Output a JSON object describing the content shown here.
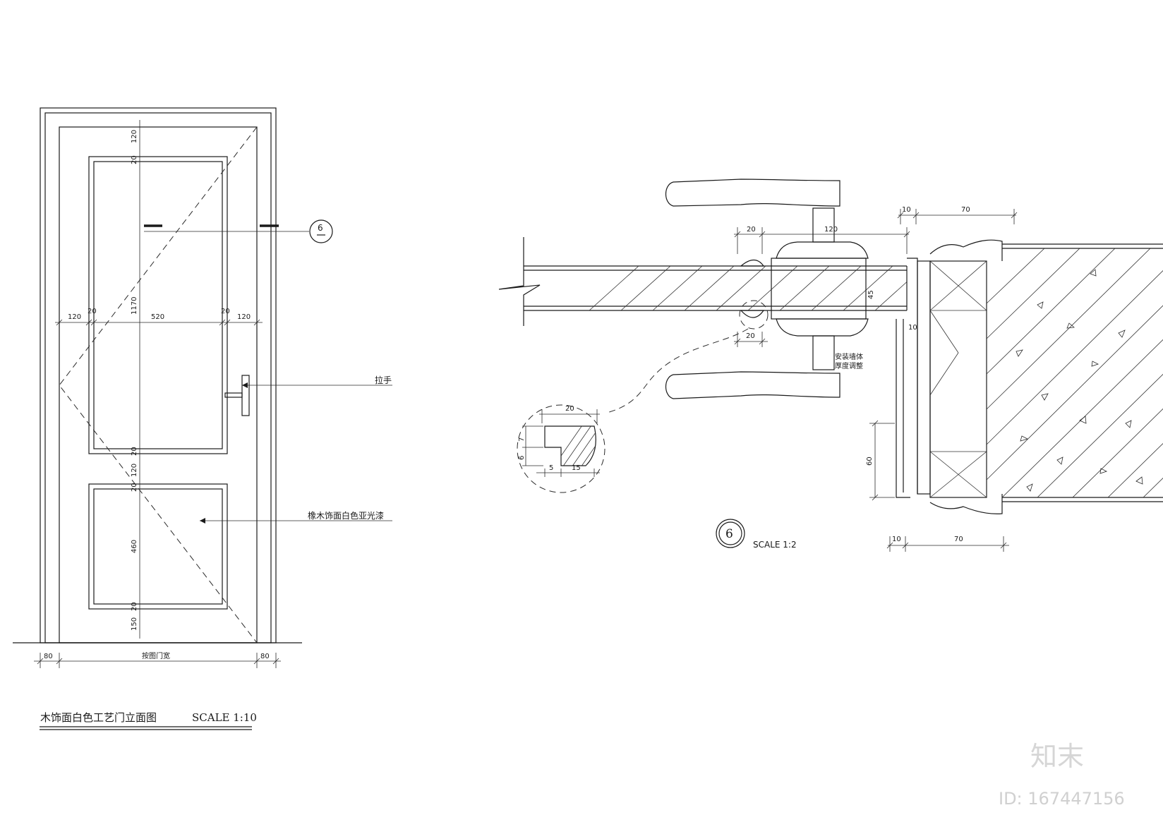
{
  "elevation": {
    "title": "木饰面白色工艺门立面图",
    "scale": "SCALE 1:10",
    "section_marker": "6",
    "handle_note": "拉手",
    "finish_note": "橡木饰面白色亚光漆",
    "door_width_label": "按图门宽",
    "dims": {
      "top_rail": "120",
      "panel_gap": "20",
      "upper_panel_height": "1170",
      "stile": "120",
      "panel_width": "520",
      "lower_panel_height": "460",
      "bottom_rail": "150",
      "frame_left": "80",
      "frame_right": "80"
    }
  },
  "section": {
    "marker": "6",
    "scale": "SCALE 1:2",
    "note_line1": "安装墙体",
    "note_line2": "厚度调整",
    "dims": {
      "bead": "20",
      "handle_offset": "120",
      "thickness": "45",
      "bead_bottom": "20",
      "gap_top": "10",
      "frame_top": "70",
      "gap_mid": "10",
      "frame_depth": "60",
      "gap_bottom": "10",
      "frame_bottom": "70"
    },
    "detail": {
      "width": "20",
      "h1": "7",
      "h2": "6",
      "w1": "5",
      "w2": "15"
    }
  },
  "watermark": {
    "brand": "知末",
    "id": "ID: 167447156"
  }
}
